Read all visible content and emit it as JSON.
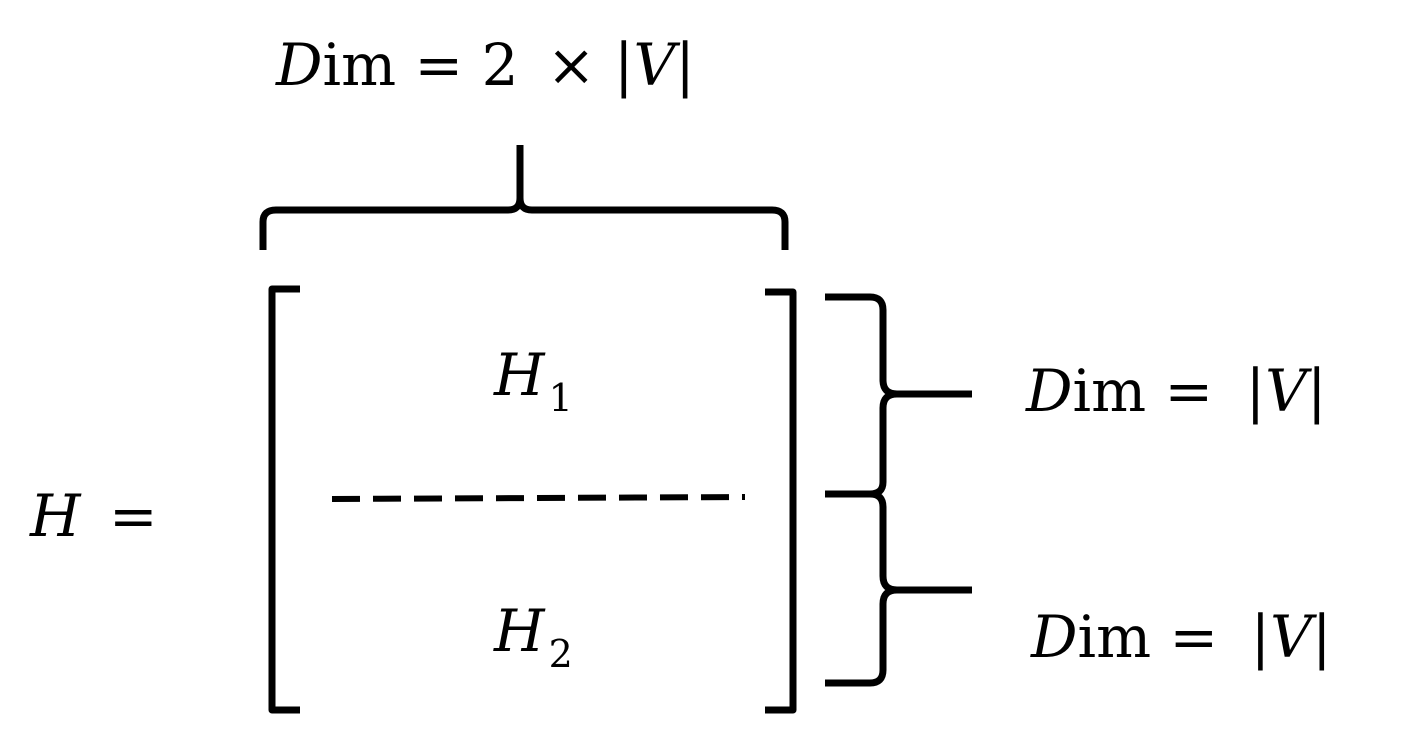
{
  "top_dimension": {
    "var": "D",
    "rest": "im",
    "eq": "=",
    "factor": "2",
    "times": "×",
    "bar_left": "|",
    "set": "V",
    "bar_right": "|"
  },
  "lhs": {
    "var": "H",
    "eq": "="
  },
  "block_upper": {
    "var": "H",
    "index": "1"
  },
  "block_lower": {
    "var": "H",
    "index": "2"
  },
  "right_dimension_upper": {
    "var": "D",
    "rest": "im",
    "eq": "=",
    "bar_left": "|",
    "set": "V",
    "bar_right": "|"
  },
  "right_dimension_lower": {
    "var": "D",
    "rest": "im",
    "eq": "=",
    "bar_left": "|",
    "set": "V",
    "bar_right": "|"
  },
  "colors": {
    "ink": "#000000",
    "background": "#ffffff"
  }
}
